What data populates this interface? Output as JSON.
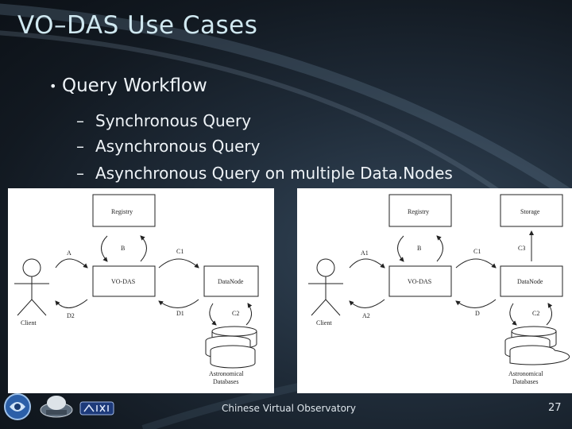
{
  "slide": {
    "title": "VO–DAS Use Cases",
    "bullet": "Query Workflow",
    "sub_items": [
      "Synchronous Query",
      "Asynchronous Query",
      "Asynchronous Query on multiple Data.Nodes"
    ],
    "footer": "Chinese Virtual Observatory",
    "page_number": "27"
  },
  "diagram_sync": {
    "registry": "Registry",
    "vodas": "VO-DAS",
    "datanode": "DataNode",
    "client": "Client",
    "databases": [
      "Astronomical",
      "Databases"
    ],
    "arrows": {
      "a": "A",
      "b": "B",
      "c1": "C1",
      "d2": "D2",
      "d1": "D1",
      "c2": "C2"
    }
  },
  "diagram_async": {
    "registry": "Registry",
    "storage": "Storage",
    "vodas": "VO-DAS",
    "datanode": "DataNode",
    "client": "Client",
    "databases": [
      "Astronomical",
      "Databases"
    ],
    "arrows": {
      "a1": "A1",
      "b": "B",
      "c1": "C1",
      "c3": "C3",
      "a2": "A2",
      "d": "D",
      "c2": "C2"
    }
  },
  "logos": [
    "cvo-logo",
    "telescope-logo",
    "nadc-logo"
  ]
}
